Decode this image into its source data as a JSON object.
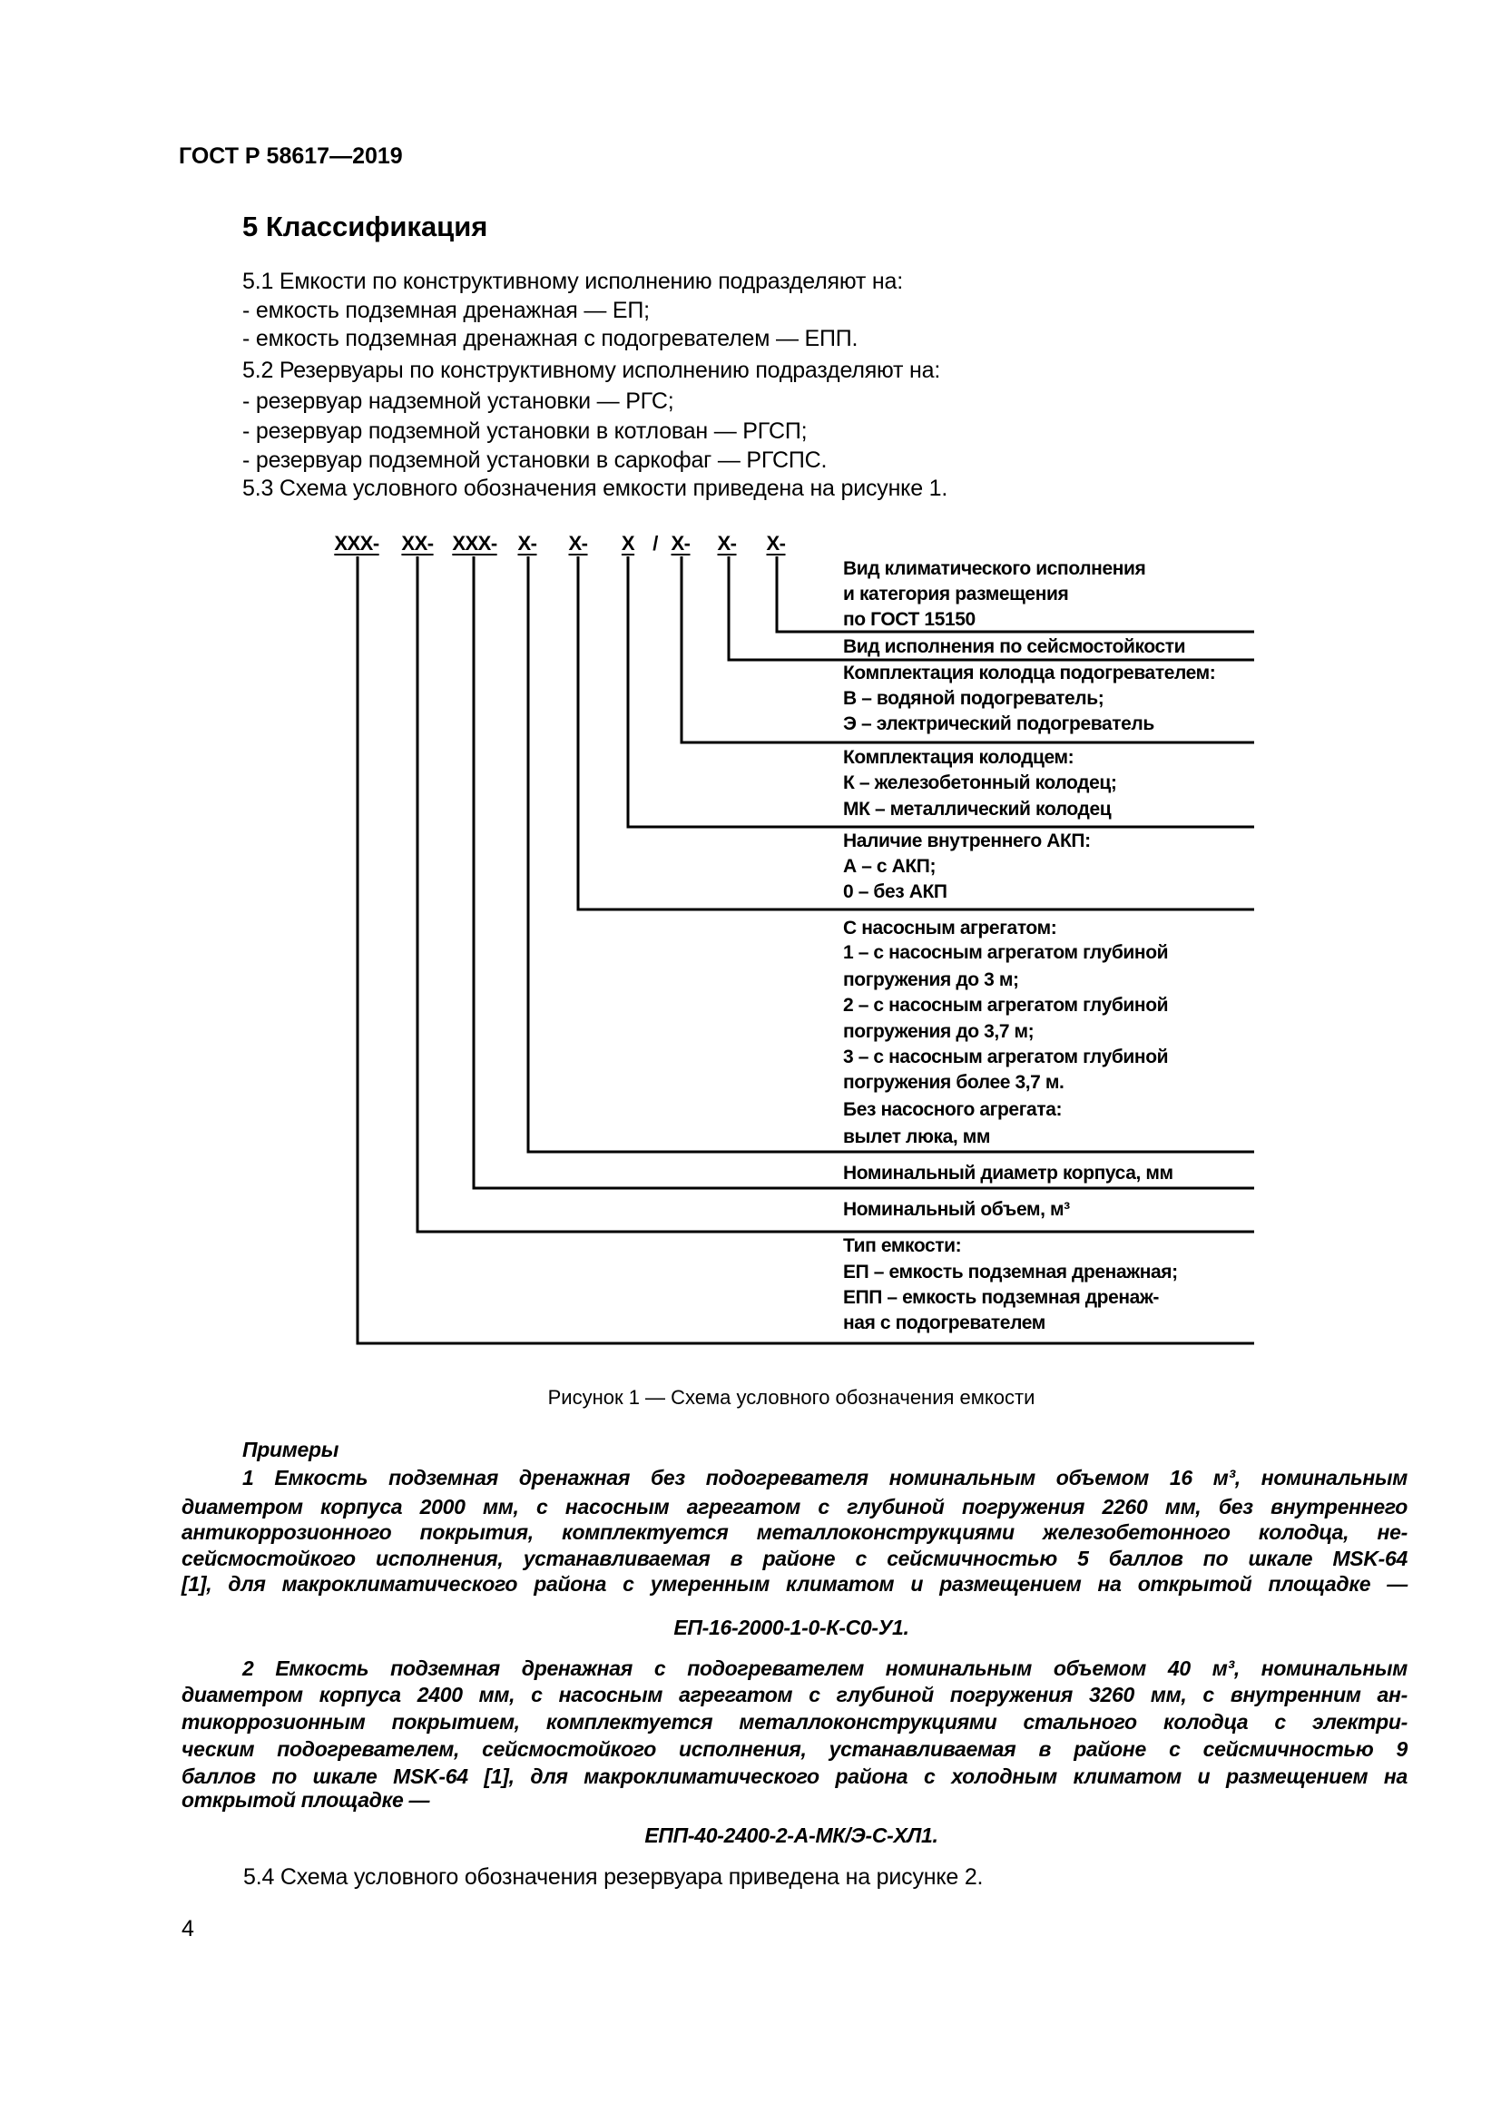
{
  "header": {
    "doc_id": "ГОСТ Р 58617—2019"
  },
  "section": {
    "title": "5  Классификация"
  },
  "paragraphs": [
    "5.1  Емкости по конструктивному исполнению подразделяют на:",
    "- емкость подземная дренажная — ЕП;",
    "- емкость подземная дренажная с подогревателем — ЕПП.",
    "5.2  Резервуары по конструктивному исполнению подразделяют на:",
    "- резервуар надземной установки — РГС;",
    "- резервуар подземной установки в котлован — РГСП;",
    "- резервуар подземной установки в саркофаг — РГСПС.",
    "5.3  Схема условного обозначения емкости приведена на рисунке 1."
  ],
  "figure": {
    "code_segments": [
      "XXX-",
      "XX-",
      "XXX-",
      "X-",
      "X-",
      "X",
      "/",
      "X-",
      "X-",
      "X-"
    ],
    "legend": [
      [
        "Вид климатического исполнения",
        "и категория размещения",
        "по ГОСТ 15150"
      ],
      [
        "Вид исполнения по сейсмостойкости"
      ],
      [
        "Комплектация колодца подогревателем:",
        "В – водяной подогреватель;",
        "Э – электрический подогреватель"
      ],
      [
        "Комплектация колодцем:",
        "К – железобетонный колодец;",
        "МК – металлический колодец"
      ],
      [
        "Наличие внутреннего АКП:",
        "А – с АКП;",
        "0 – без АКП"
      ],
      [
        "С насосным агрегатом:",
        "1 – с насосным агрегатом глубиной",
        "погружения до 3 м;",
        "2 – с насосным агрегатом глубиной",
        "погружения до 3,7 м;",
        "3 – с насосным агрегатом глубиной",
        "погружения более 3,7 м.",
        "Без насосного агрегата:",
        "вылет люка, мм"
      ],
      [
        "Номинальный диаметр корпуса, мм"
      ],
      [
        "Номинальный объем, м³"
      ],
      [
        "Тип емкости:",
        "ЕП – емкость подземная дренажная;",
        "ЕПП – емкость подземная дренаж-",
        "ная с подогревателем"
      ]
    ],
    "caption": "Рисунок 1 — Схема условного обозначения емкости"
  },
  "examples": {
    "title": "Примеры",
    "items": [
      {
        "lines": [
          "1 Емкость подземная дренажная без подогревателя номинальным объемом 16 м³, номинальным",
          "диаметром корпуса 2000 мм, с насосным агрегатом с глубиной погружения 2260 мм, без внутреннего",
          "антикоррозионного покрытия, комплектуется металлоконструкциями железобетонного колодца, не-",
          "сейсмостойкого исполнения, устанавливаемая в районе с сейсмичностью 5 баллов по шкале MSK-64",
          "[1], для макроклиматического района с умеренным климатом и размещением на открытой площадке —"
        ],
        "code": "ЕП-16-2000-1-0-К-С0-У1."
      },
      {
        "lines": [
          "2 Емкость подземная дренажная с подогревателем номинальным объемом 40 м³, номинальным",
          "диаметром корпуса 2400 мм, с насосным агрегатом с глубиной погружения 3260 мм, с внутренним ан-",
          "тикоррозионным покрытием, комплектуется металлоконструкциями стального колодца с электри-",
          "ческим подогревателем, сейсмостойкого исполнения, устанавливаемая в районе с сейсмичностью 9",
          "баллов по шкале MSK-64 [1], для макроклиматического района с холодным климатом и размещением на",
          "открытой площадке —"
        ],
        "code": "ЕПП-40-2400-2-А-МК/Э-С-ХЛ1."
      }
    ]
  },
  "closing_paragraph": "5.4  Схема условного обозначения резервуара приведена на рисунке 2.",
  "page_number": "4"
}
